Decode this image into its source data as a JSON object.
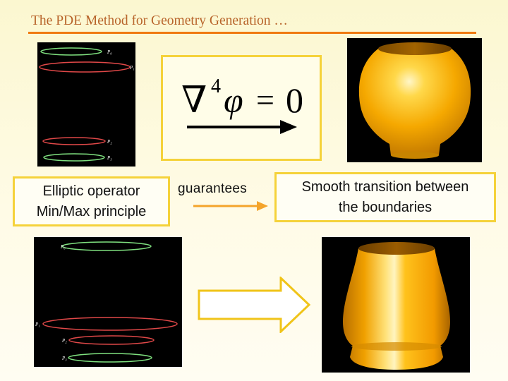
{
  "slide": {
    "title": "The PDE Method for Geometry Generation …",
    "equation": {
      "operator": "∇",
      "power": "4",
      "function": "φ",
      "equals": "=",
      "rhs": "0"
    },
    "box_left": {
      "line1": "Elliptic operator",
      "line2": "Min/Max principle"
    },
    "middle_text": "guarantees",
    "box_right": {
      "line1": "Smooth transition between",
      "line2": "the boundaries"
    },
    "top_curve_labels": [
      "P₀",
      "P₁",
      "P₂",
      "P₃"
    ],
    "bottom_curve_labels": [
      "P₀",
      "P₁",
      "P₂",
      "P₃"
    ]
  },
  "colors": {
    "title": "#b8642a",
    "title_rule": "#f07a10",
    "box_border": "#f5d23a",
    "curve_green": "#7fe07f",
    "curve_red": "#e04848",
    "surface": "#f5a800",
    "arrow_outline": "#f0c419"
  }
}
